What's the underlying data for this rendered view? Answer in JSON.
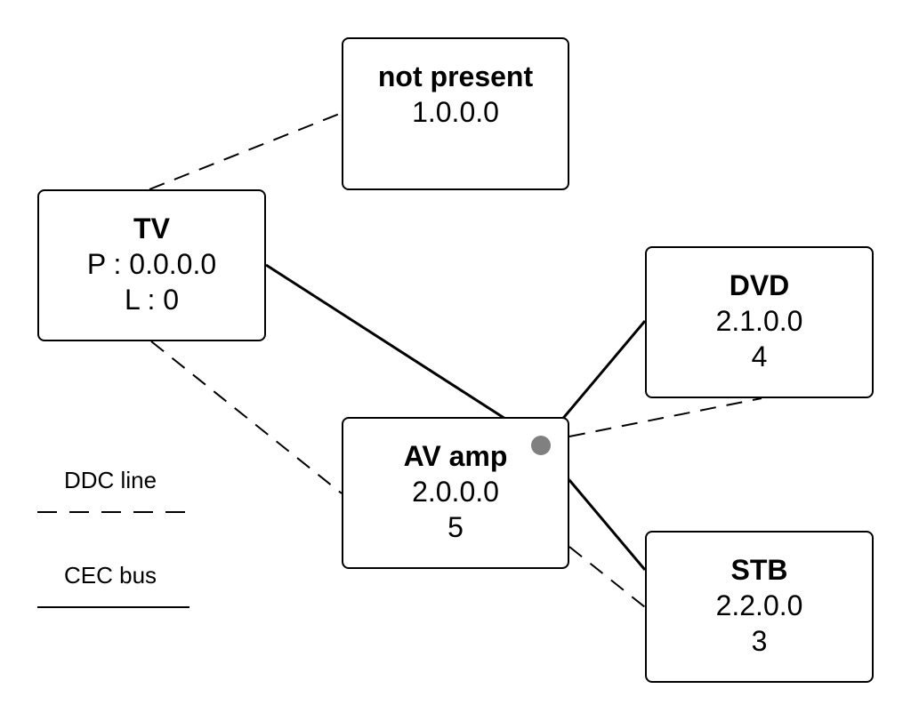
{
  "nodes": {
    "not_present": {
      "title": "not present",
      "address": "1.0.0.0"
    },
    "tv": {
      "title": "TV",
      "physical": "P : 0.0.0.0",
      "logical": "L : 0"
    },
    "dvd": {
      "title": "DVD",
      "address": "2.1.0.0",
      "logical": "4"
    },
    "av_amp": {
      "title": "AV amp",
      "address": "2.0.0.0",
      "logical": "5"
    },
    "stb": {
      "title": "STB",
      "address": "2.2.0.0",
      "logical": "3"
    }
  },
  "legend": {
    "ddc_label": "DDC line",
    "cec_label": "CEC bus"
  },
  "colors": {
    "line": "#000000",
    "hidden_line": "#808080",
    "junction": "#808080"
  }
}
